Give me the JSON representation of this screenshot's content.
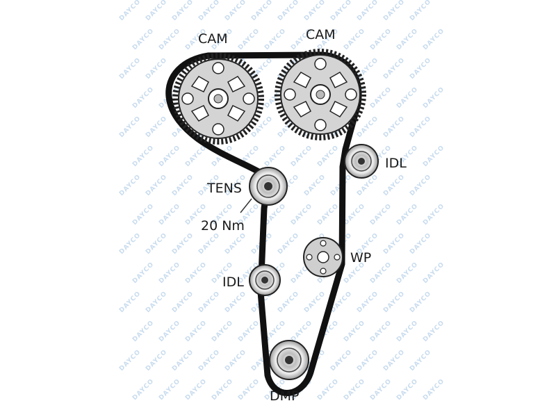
{
  "labels": {
    "cam_left": "CAM",
    "cam_right": "CAM",
    "idl_right": "IDL",
    "tens": "TENS",
    "torque": "20 Nm",
    "wp": "WP",
    "idl_left": "IDL",
    "dmp": "DMP"
  },
  "watermark": "DAYCO",
  "colors": {
    "belt": "#111111",
    "pulley_fill": "#cfcfcf",
    "pulley_stroke": "#222222",
    "watermark": "#c9dcee"
  }
}
